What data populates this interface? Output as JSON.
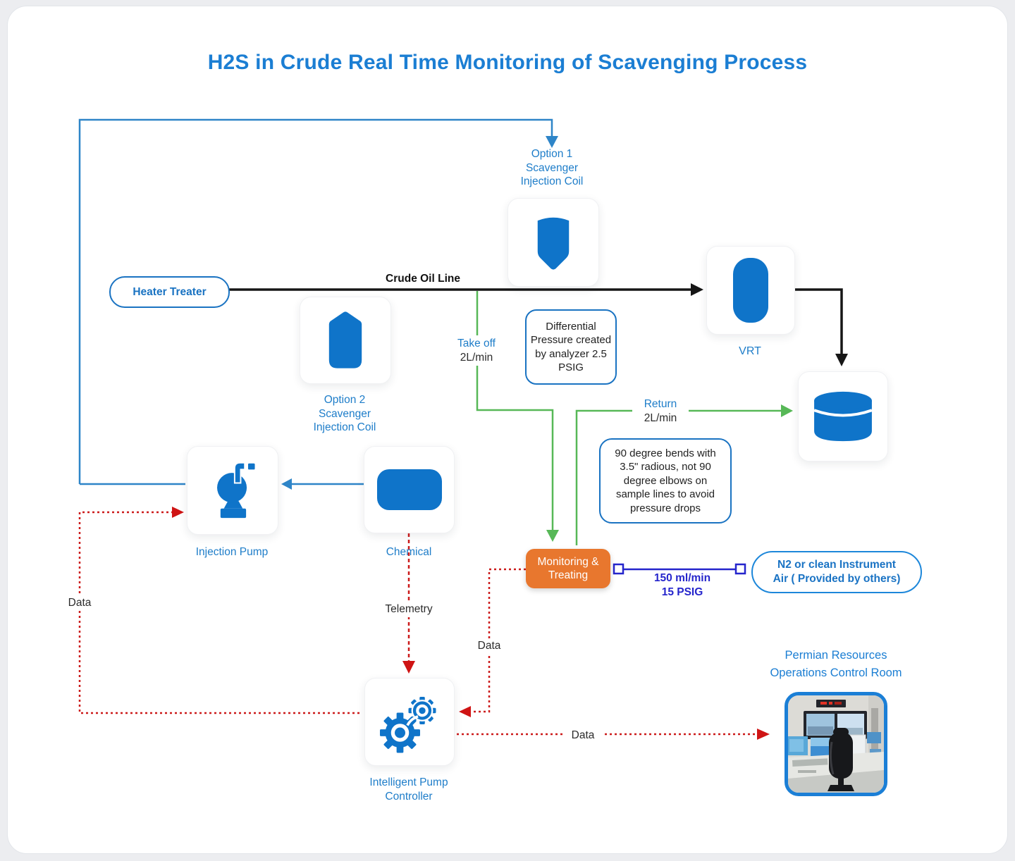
{
  "title": "H2S in Crude Real Time Monitoring of Scavenging Process",
  "nodes": {
    "heater_treater": "Heater Treater",
    "option1_coil": "Option 1\nScavenger\nInjection Coil",
    "option2_coil": "Option 2\nScavenger\nInjection Coil",
    "vrt": "VRT",
    "injection_pump": "Injection Pump",
    "chemical": "Chemical",
    "monitoring_treating": "Monitoring &\nTreating",
    "intelligent_pump_controller": "Intelligent Pump\nController",
    "n2_supply": "N2 or clean Instrument\nAir ( Provided by others)",
    "control_room": "Permian Resources\nOperations Control Room"
  },
  "flows": {
    "crude_oil_line": "Crude Oil Line",
    "take_off": {
      "label": "Take off",
      "rate": "2L/min"
    },
    "return_line": {
      "label": "Return",
      "rate": "2L/min"
    },
    "n2_rate": "150 ml/min\n15 PSIG",
    "data_left": "Data",
    "data_mid": "Data",
    "data_bottom": "Data",
    "telemetry": "Telemetry"
  },
  "notes": {
    "differential_pressure": "Differential\nPressure created\nby analyzer 2.5\nPSIG",
    "sample_line_bends": "90 degree bends with\n3.5\" radious, not 90\ndegree elbows on\nsample lines to avoid\npressure drops"
  },
  "colors": {
    "accent_blue": "#1b7ed3",
    "icon_blue": "#0f74c9",
    "line_blue": "#2e85c8",
    "green": "#57b857",
    "red": "#cc1a1a",
    "navy": "#2525cc",
    "orange": "#e8772e",
    "black": "#161616"
  }
}
